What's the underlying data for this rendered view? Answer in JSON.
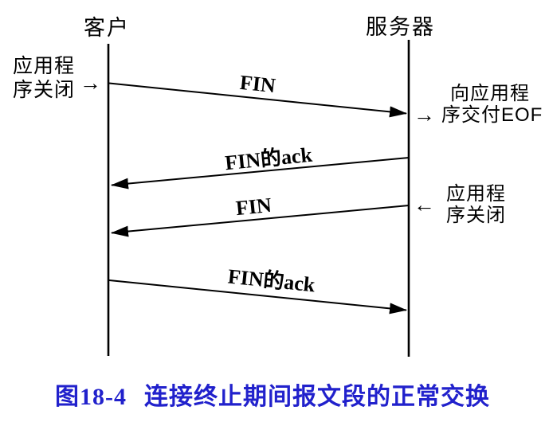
{
  "diagram": {
    "type": "sequence",
    "participants": [
      {
        "id": "client",
        "name": "客户"
      },
      {
        "id": "server",
        "name": "服务器"
      }
    ],
    "messages": [
      {
        "label": "FIN",
        "from": "客户",
        "to": "服务器"
      },
      {
        "label": "FIN的ack",
        "from": "服务器",
        "to": "客户"
      },
      {
        "label": "FIN",
        "from": "服务器",
        "to": "客户"
      },
      {
        "label": "FIN的ack",
        "from": "客户",
        "to": "服务器"
      }
    ],
    "annotations": [
      {
        "side": "left",
        "lines": [
          "应用程",
          "序关闭"
        ],
        "arrow_glyph": "→",
        "arrow_meaning": "application-close-event"
      },
      {
        "side": "right",
        "lines": [
          "向应用程",
          "序交付EOF"
        ],
        "arrow_glyph": "→",
        "arrow_meaning": "deliver-eof-to-application"
      },
      {
        "side": "right",
        "lines": [
          "应用程",
          "序关闭"
        ],
        "arrow_glyph": "←",
        "arrow_meaning": "application-close-event"
      }
    ]
  },
  "caption": {
    "figure_number": "图18-4",
    "title": "连接终止期间报文段的正常交换"
  },
  "colors": {
    "background": "#ffffff",
    "line": "#000000",
    "caption": "#2121cc"
  }
}
